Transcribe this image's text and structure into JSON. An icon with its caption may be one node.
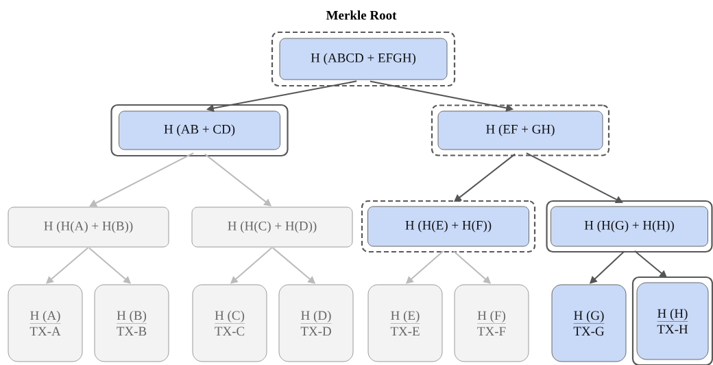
{
  "diagram": {
    "title": "Merkle Root",
    "nodes": [
      {
        "text": [],
        "shape": "box"
      },
      {
        "text": [
          "H (ABCD + EFGH)"
        ],
        "in": 0
      },
      {
        "text": [],
        "shape": "box"
      },
      {
        "text": [
          "H (AB + CD)"
        ],
        "in": 2
      },
      {
        "text": [],
        "shape": "box"
      },
      {
        "text": [
          "H (EF + GH)"
        ],
        "in": 4
      },
      {
        "text": [
          "H (H(A) + H(B))"
        ]
      },
      {
        "text": [
          "H (H(C) + H(D))"
        ]
      },
      {
        "text": [],
        "shape": "box"
      },
      {
        "text": [
          "H (H(E) + H(F))"
        ],
        "in": 8
      },
      {
        "text": [],
        "shape": "box"
      },
      {
        "text": [
          "H (H(G) + H(H))"
        ],
        "in": 10
      },
      {
        "text": [
          "H (A)",
          "TX-A"
        ]
      },
      {
        "text": [
          "H (B)",
          "TX-B"
        ]
      },
      {
        "text": [
          "H (C)",
          "TX-C"
        ]
      },
      {
        "text": [
          "H (D)",
          "TX-D"
        ]
      },
      {
        "text": [
          "H (E)",
          "TX-E"
        ]
      },
      {
        "text": [
          "H (F)",
          "TX-F"
        ]
      },
      {
        "text": [
          "H (G)",
          "TX-G"
        ]
      },
      {
        "text": [],
        "shape": "box"
      },
      {
        "text": [
          "H (H)",
          "TX-H"
        ],
        "in": 19
      }
    ],
    "edges": [
      {
        "from": 1,
        "to": 3,
        "arrow": "to",
        "color": "#555555"
      },
      {
        "from": 1,
        "to": 5,
        "arrow": "to",
        "color": "#555555"
      },
      {
        "from": 3,
        "to": 6,
        "arrow": "to"
      },
      {
        "from": 3,
        "to": 7,
        "arrow": "to"
      },
      {
        "from": 5,
        "to": 9,
        "arrow": "to",
        "color": "#555555"
      },
      {
        "from": 5,
        "to": 11,
        "arrow": "to",
        "color": "#555555"
      },
      {
        "from": 6,
        "to": 12,
        "arrow": "to"
      },
      {
        "from": 6,
        "to": 13,
        "arrow": "to"
      },
      {
        "from": 7,
        "to": 14,
        "arrow": "to"
      },
      {
        "from": 7,
        "to": 15,
        "arrow": "to"
      },
      {
        "from": 9,
        "to": 16,
        "arrow": "to"
      },
      {
        "from": 9,
        "to": 17,
        "arrow": "to"
      },
      {
        "from": 11,
        "to": 18,
        "arrow": "to",
        "color": "#555555"
      },
      {
        "from": 11,
        "to": 20,
        "arrow": "to",
        "color": "#555555"
      }
    ]
  }
}
